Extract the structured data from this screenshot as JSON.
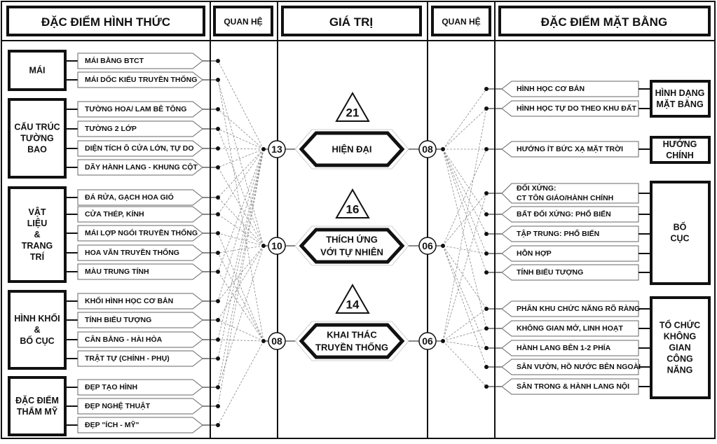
{
  "headers": {
    "form": "ĐẶC ĐIỂM HÌNH THỨC",
    "relation_left": "QUAN HỆ",
    "value": "GIÁ TRỊ",
    "relation_right": "QUAN HỆ",
    "plan": "ĐẶC ĐIỂM MẶT BẰNG"
  },
  "left_groups": [
    {
      "label": [
        "MÁI"
      ],
      "items": [
        "MÁI BẰNG BTCT",
        "MÁI DỐC KIỂU TRUYỀN THỐNG"
      ]
    },
    {
      "label": [
        "CẤU TRÚC",
        "TƯỜNG",
        "BAO"
      ],
      "items": [
        "TƯỜNG HOA/ LAM BÊ TÔNG",
        "TƯỜNG 2 LỚP",
        "DIỆN TÍCH Ô CỬA LỚN, TỰ DO",
        "DÃY HÀNH LANG - KHUNG CỘT"
      ]
    },
    {
      "label": [
        "VẬT",
        "LIỆU",
        "&",
        "TRANG",
        "TRÍ"
      ],
      "items": [
        "ĐÁ RỬA, GẠCH HOA GIÓ",
        "CỬA THÉP, KÍNH",
        "MÁI LỢP NGÓI TRUYỀN THỐNG",
        "HOA VĂN TRUYỀN THỐNG",
        "MÀU TRUNG TÍNH"
      ]
    },
    {
      "label": [
        "HÌNH KHỐI",
        "&",
        "BỐ CỤC"
      ],
      "items": [
        "KHỐI HÌNH HỌC CƠ BẢN",
        "TÍNH BIỂU TƯỢNG",
        "CÂN BẰNG - HÀI HÒA",
        "TRẬT TỰ (CHÍNH - PHỤ)"
      ]
    },
    {
      "label": [
        "ĐẶC ĐIỂM",
        "THẨM MỸ"
      ],
      "items": [
        "ĐẸP TẠO HÌNH",
        "ĐẸP NGHỆ THUẬT",
        "ĐẸP \"ÍCH - MỸ\""
      ]
    }
  ],
  "values": [
    {
      "label": [
        "HIỆN ĐẠI"
      ],
      "total": "21",
      "left_count": "13",
      "right_count": "08"
    },
    {
      "label": [
        "THÍCH ỨNG",
        "VỚI TỰ NHIÊN"
      ],
      "total": "16",
      "left_count": "10",
      "right_count": "06"
    },
    {
      "label": [
        "KHAI THÁC",
        "TRUYỀN THỐNG"
      ],
      "total": "14",
      "left_count": "08",
      "right_count": "06"
    }
  ],
  "right_groups": [
    {
      "label": [
        "HÌNH DẠNG",
        "MẶT BẰNG"
      ],
      "items": [
        [
          "HÌNH HỌC CƠ BẢN"
        ],
        [
          "HÌNH HỌC TỰ DO THEO KHU ĐẤT"
        ]
      ]
    },
    {
      "label": [
        "HƯỚNG",
        "CHÍNH"
      ],
      "items": [
        [
          "HƯỚNG ÍT BỨC XẠ MẶT TRỜI"
        ]
      ]
    },
    {
      "label": [
        "BỐ",
        "CỤC"
      ],
      "items": [
        [
          "ĐỐI XỨNG:",
          "CT TÔN GIÁO/HÀNH CHÍNH"
        ],
        [
          "BẤT ĐỐI XỨNG: PHỔ BIẾN"
        ],
        [
          "TẬP TRUNG: PHỔ BIẾN"
        ],
        [
          "HỖN HỢP"
        ],
        [
          "TÍNH BIỂU TƯỢNG"
        ]
      ]
    },
    {
      "label": [
        "TỔ CHỨC",
        "KHÔNG",
        "GIAN",
        "CÔNG",
        "NĂNG"
      ],
      "items": [
        [
          "PHÂN KHU CHỨC NĂNG RÕ RÀNG"
        ],
        [
          "KHÔNG GIAN MỞ, LINH HOẠT"
        ],
        [
          "HÀNH LANG BÊN 1-2 PHÍA"
        ],
        [
          "SÂN VƯỜN, HỒ NƯỚC BÊN NGOÀI"
        ],
        [
          "SÂN TRONG & HÀNH LANG NỘI"
        ]
      ]
    }
  ],
  "colors": {
    "line": "#111111",
    "connector": "#8a8a8a",
    "item_border": "#666666",
    "background": "#ffffff"
  }
}
